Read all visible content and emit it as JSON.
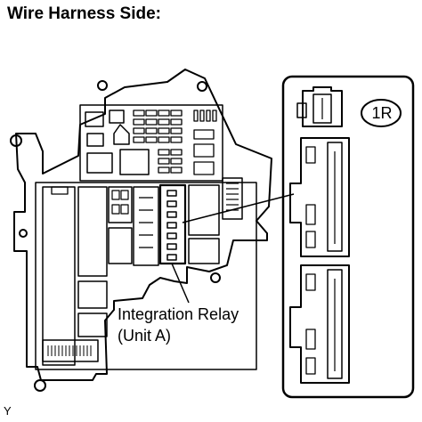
{
  "header": {
    "title": "Wire Harness Side:"
  },
  "callout": {
    "line1": "Integration Relay",
    "line2": "(Unit A)"
  },
  "connector": {
    "code": "1R"
  },
  "figure": {
    "code": "Y"
  },
  "colors": {
    "line": "#000000",
    "background": "#ffffff"
  }
}
